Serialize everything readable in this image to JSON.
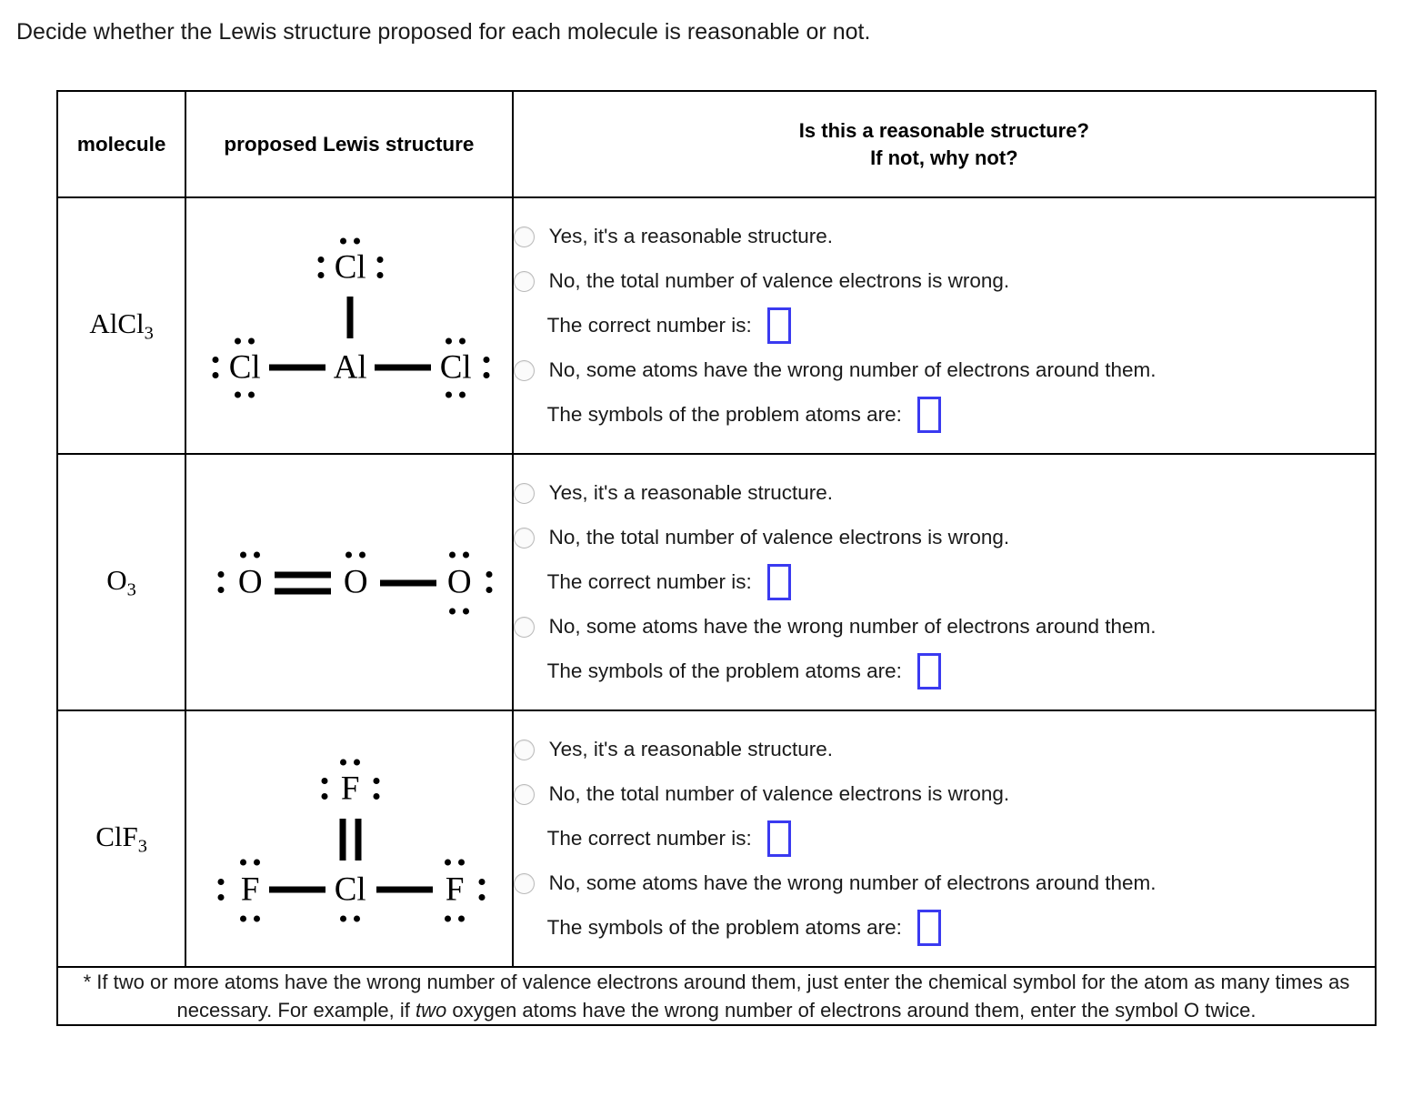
{
  "prompt": "Decide whether the Lewis structure proposed for each molecule is reasonable or not.",
  "table": {
    "headers": {
      "molecule": "molecule",
      "structure": "proposed Lewis structure",
      "question_line1": "Is this a reasonable structure?",
      "question_line2": "If not, why not?"
    },
    "rows": [
      {
        "molecule_main": "AlCl",
        "molecule_sub": "3",
        "structure_name": "alcl3-lewis-structure",
        "options": {
          "yes": "Yes, it's a reasonable structure.",
          "no_valence": "No, the total number of valence electrons is wrong.",
          "correct_number_label": "The correct number is:",
          "correct_number_value": "",
          "no_atoms": "No, some atoms have the wrong number of electrons around them.",
          "symbols_label": "The symbols of the problem atoms are:",
          "symbols_value": ""
        }
      },
      {
        "molecule_main": "O",
        "molecule_sub": "3",
        "structure_name": "o3-lewis-structure",
        "options": {
          "yes": "Yes, it's a reasonable structure.",
          "no_valence": "No, the total number of valence electrons is wrong.",
          "correct_number_label": "The correct number is:",
          "correct_number_value": "",
          "no_atoms": "No, some atoms have the wrong number of electrons around them.",
          "symbols_label": "The symbols of the problem atoms are:",
          "symbols_value": ""
        }
      },
      {
        "molecule_main": "ClF",
        "molecule_sub": "3",
        "structure_name": "clf3-lewis-structure",
        "options": {
          "yes": "Yes, it's a reasonable structure.",
          "no_valence": "No, the total number of valence electrons is wrong.",
          "correct_number_label": "The correct number is:",
          "correct_number_value": "",
          "no_atoms": "No, some atoms have the wrong number of electrons around them.",
          "symbols_label": "The symbols of the problem atoms are:",
          "symbols_value": ""
        }
      }
    ],
    "footnote": {
      "part1": "* If two or more atoms have the wrong number of valence electrons around them, just enter the chemical symbol for the atom as many times as necessary. For example, if ",
      "emphasis": "two",
      "part2": " oxygen atoms have the wrong number of electrons around them, enter the symbol O twice."
    }
  },
  "structures": {
    "alcl3": {
      "atoms": [
        "Cl",
        "Al",
        "Cl",
        "Cl"
      ],
      "bonds": [
        "single-vertical",
        "single-horizontal",
        "single-horizontal"
      ]
    },
    "o3": {
      "atoms": [
        "O",
        "O",
        "O"
      ],
      "bonds": [
        "double-horizontal",
        "single-horizontal"
      ]
    },
    "clf3": {
      "atoms": [
        "F",
        "Cl",
        "F",
        "F"
      ],
      "bonds": [
        "double-vertical",
        "single-horizontal",
        "single-horizontal"
      ]
    }
  },
  "colors": {
    "answer_box_border": "#3a3af0",
    "table_border": "#000000",
    "text": "#1a1a1a"
  }
}
